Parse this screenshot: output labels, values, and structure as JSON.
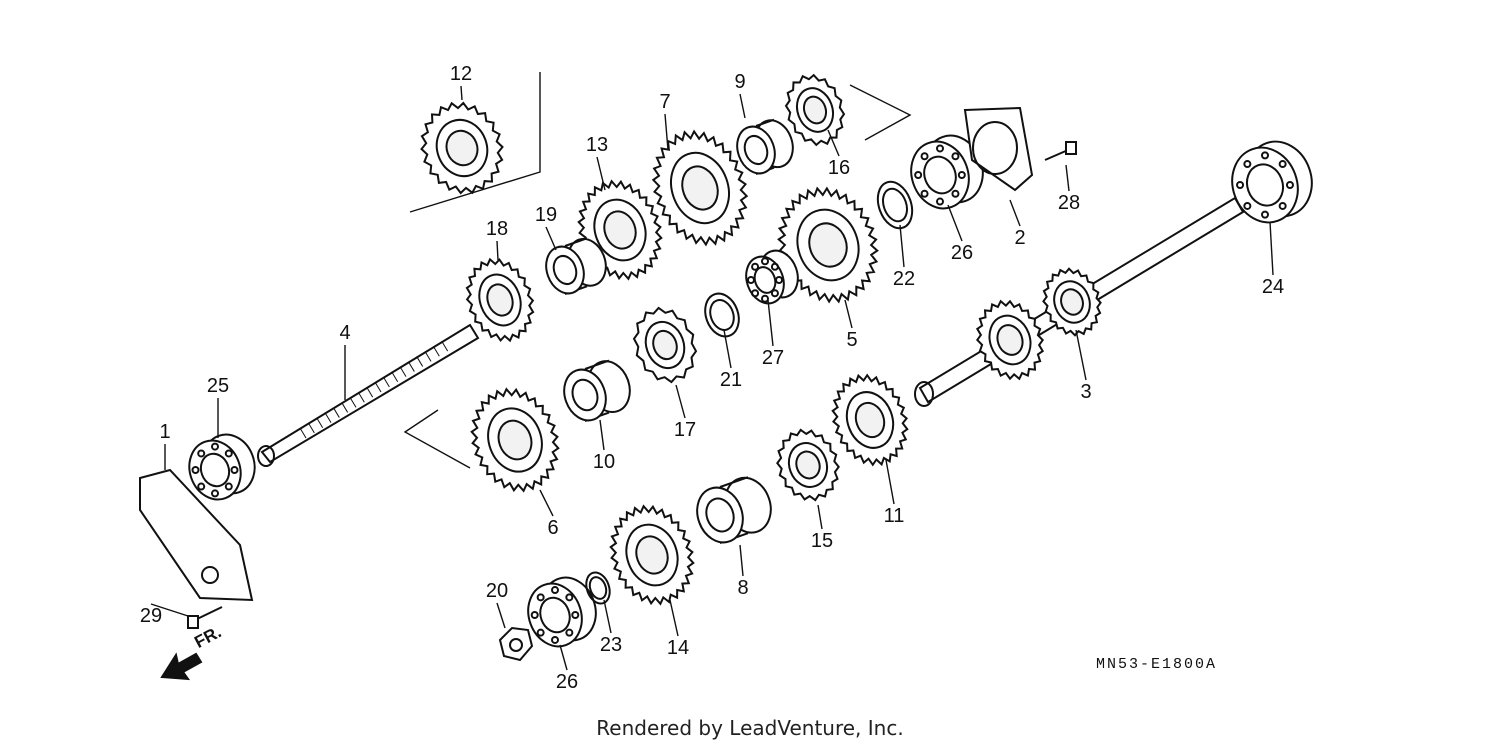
{
  "diagram": {
    "callouts": [
      {
        "id": "1",
        "label": "1"
      },
      {
        "id": "2",
        "label": "2"
      },
      {
        "id": "3",
        "label": "3"
      },
      {
        "id": "4",
        "label": "4"
      },
      {
        "id": "5",
        "label": "5"
      },
      {
        "id": "6",
        "label": "6"
      },
      {
        "id": "7",
        "label": "7"
      },
      {
        "id": "8",
        "label": "8"
      },
      {
        "id": "9",
        "label": "9"
      },
      {
        "id": "10",
        "label": "10"
      },
      {
        "id": "11",
        "label": "11"
      },
      {
        "id": "12",
        "label": "12"
      },
      {
        "id": "13",
        "label": "13"
      },
      {
        "id": "14",
        "label": "14"
      },
      {
        "id": "15",
        "label": "15"
      },
      {
        "id": "16",
        "label": "16"
      },
      {
        "id": "17",
        "label": "17"
      },
      {
        "id": "18",
        "label": "18"
      },
      {
        "id": "19",
        "label": "19"
      },
      {
        "id": "20",
        "label": "20"
      },
      {
        "id": "21",
        "label": "21"
      },
      {
        "id": "22",
        "label": "22"
      },
      {
        "id": "23",
        "label": "23"
      },
      {
        "id": "24",
        "label": "24"
      },
      {
        "id": "25",
        "label": "25"
      },
      {
        "id": "26a",
        "label": "26"
      },
      {
        "id": "26b",
        "label": "26"
      },
      {
        "id": "27",
        "label": "27"
      },
      {
        "id": "28",
        "label": "28"
      },
      {
        "id": "29",
        "label": "29"
      }
    ],
    "direction_label": "FR.",
    "diagram_code": "MN53-E1800A",
    "credit": "Rendered by LeadVenture, Inc."
  },
  "colors": {
    "ink": "#111111",
    "background": "#ffffff"
  },
  "icons": {
    "direction": "arrow-left-down-icon"
  }
}
